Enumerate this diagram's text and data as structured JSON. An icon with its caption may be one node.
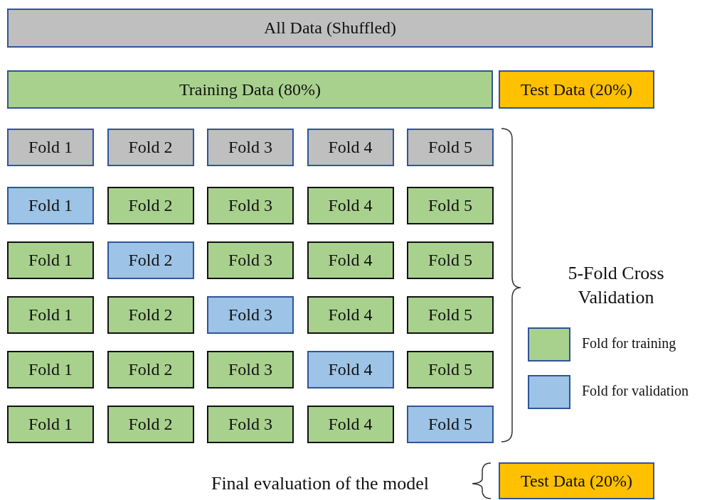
{
  "diagram": {
    "nodes": [
      {
        "text": [
          "All Data (Shuffled)"
        ]
      },
      {
        "text": [
          "Training Data (80%)"
        ]
      },
      {
        "text": [
          "Test Data (20%)"
        ]
      },
      {
        "text": [
          "Fold 1"
        ]
      },
      {
        "text": [
          "Fold 2"
        ]
      },
      {
        "text": [
          "Fold 3"
        ]
      },
      {
        "text": [
          "Fold 4"
        ]
      },
      {
        "text": [
          "Fold 5"
        ]
      },
      {
        "text": [
          "Fold 1"
        ]
      },
      {
        "text": [
          "Fold 2"
        ]
      },
      {
        "text": [
          "Fold 3"
        ]
      },
      {
        "text": [
          "Fold 4"
        ]
      },
      {
        "text": [
          "Fold 5"
        ]
      },
      {
        "text": [
          "Fold 1"
        ]
      },
      {
        "text": [
          "Fold 2"
        ]
      },
      {
        "text": [
          "Fold 3"
        ]
      },
      {
        "text": [
          "Fold 4"
        ]
      },
      {
        "text": [
          "Fold 5"
        ]
      },
      {
        "text": [
          "Fold 1"
        ]
      },
      {
        "text": [
          "Fold 2"
        ]
      },
      {
        "text": [
          "Fold 3"
        ]
      },
      {
        "text": [
          "Fold 4"
        ]
      },
      {
        "text": [
          "Fold 5"
        ]
      },
      {
        "text": [
          "Fold 1"
        ]
      },
      {
        "text": [
          "Fold 2"
        ]
      },
      {
        "text": [
          "Fold 3"
        ]
      },
      {
        "text": [
          "Fold 4"
        ]
      },
      {
        "text": [
          "Fold 5"
        ]
      },
      {
        "text": [
          "Fold 1"
        ]
      },
      {
        "text": [
          "Fold 2"
        ]
      },
      {
        "text": [
          "Fold 3"
        ]
      },
      {
        "text": [
          "Fold 4"
        ]
      },
      {
        "text": [
          "Fold 5"
        ]
      },
      {
        "text": [
          "Test Data (20%)"
        ]
      }
    ],
    "labels": [
      "5-Fold Cross Validation",
      "Final evaluation of the model"
    ],
    "legend": [
      {
        "text": "Fold for training",
        "color": "#a9d18e"
      },
      {
        "text": "Fold for validation",
        "color": "#9dc3e6"
      }
    ]
  }
}
